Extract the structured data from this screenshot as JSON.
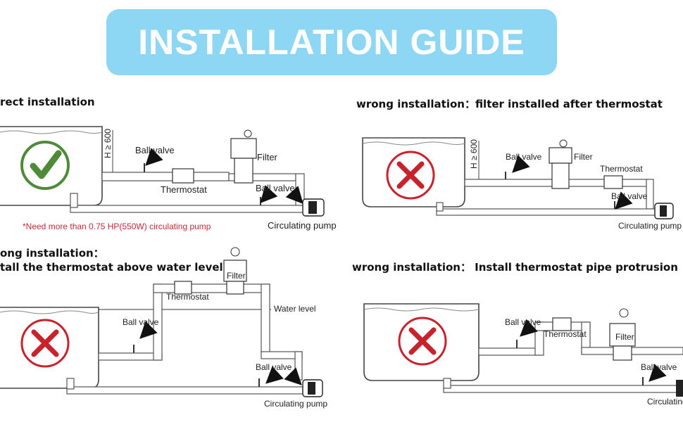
{
  "title": "INSTALLATION GUIDE",
  "panels": [
    {
      "heading": "rect installation",
      "status": "correct",
      "labels": {
        "ball_valve_1": "Ball valve",
        "thermostat": "Thermostat",
        "filter": "Filter",
        "ball_valve_2": "Ball valve",
        "pump": "Circulating pump",
        "height": "H ≥ 600"
      },
      "note": "*Need more than 0.75 HP(550W) circulating pump"
    },
    {
      "heading": "wrong installation：filter installed after thermostat",
      "status": "wrong",
      "labels": {
        "ball_valve_1": "Ball valve",
        "filter": "Filter",
        "thermostat": "Thermostat",
        "ball_valve_2": "Ball valve",
        "pump": "Circulating pump",
        "height": "H ≥ 600"
      }
    },
    {
      "heading_line1": "ong installation：",
      "heading_line2": "tall the thermostat above water level",
      "status": "wrong",
      "labels": {
        "filter": "Filter",
        "thermostat": "Thermostat",
        "water_level": "Water level",
        "ball_valve_1": "Ball valve",
        "ball_valve_2": "Ball valve",
        "pump": "Circulating pump"
      }
    },
    {
      "heading": "wrong installation：  Install thermostat pipe protrusion",
      "status": "wrong",
      "labels": {
        "ball_valve_1": "Ball valve",
        "thermostat": "Thermostat",
        "filter": "Filter",
        "ball_valve_2": "Ball valve",
        "pump": "Circulating"
      }
    }
  ],
  "colors": {
    "banner": "#8dd7f4",
    "check": "#4f8a3a",
    "cross": "#c8232c",
    "note": "#c8283a"
  }
}
